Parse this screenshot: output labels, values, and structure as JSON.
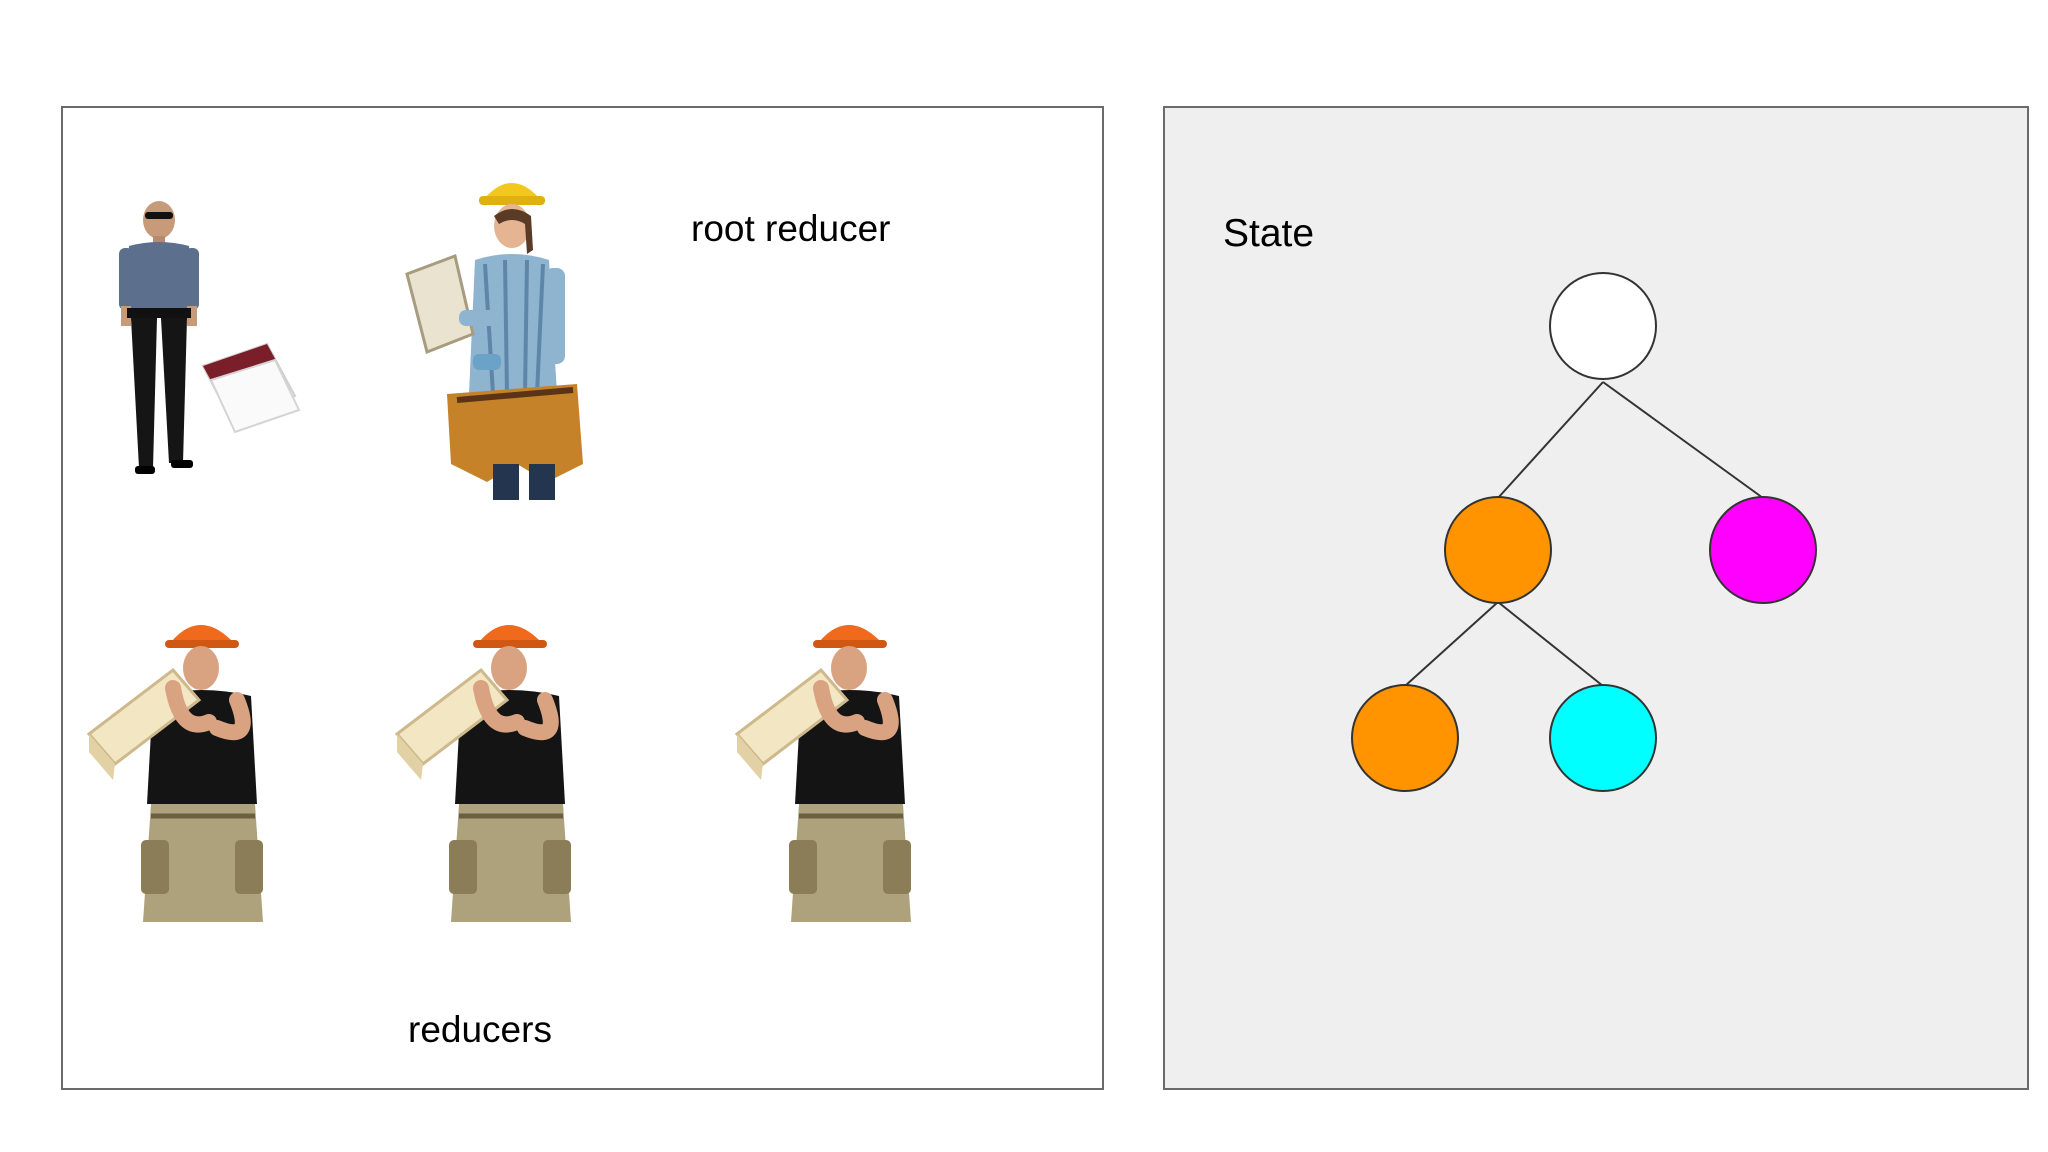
{
  "root_label": "root reducer",
  "reducers_label": "reducers",
  "state_label": "State",
  "colors": {
    "panel_border": "#6b6b6b",
    "state_bg": "#efeff0",
    "node_root": "#ffffff",
    "node_orange": "#ff9300",
    "node_magenta": "#ff00ff",
    "node_cyan": "#00ffff",
    "edge": "#333333"
  },
  "icons": [
    "security-guard-figure",
    "id-card-icon",
    "supervisor-figure",
    "worker-figure"
  ]
}
